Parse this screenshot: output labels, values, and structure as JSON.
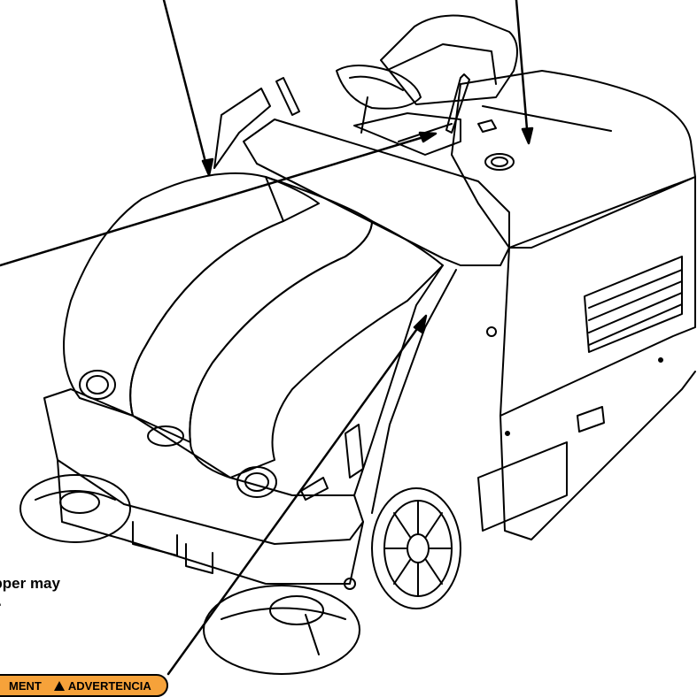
{
  "caption": {
    "text": "opper may\nin."
  },
  "warning_label": {
    "left_text": "MENT",
    "right_text": "ADVERTENCIA",
    "fill_color": "#f6a23a",
    "icon": "warning-triangle-icon"
  },
  "drawing": {
    "subject": "sweeper-machine-illustration",
    "line_color": "#000000",
    "background": "#ffffff"
  }
}
